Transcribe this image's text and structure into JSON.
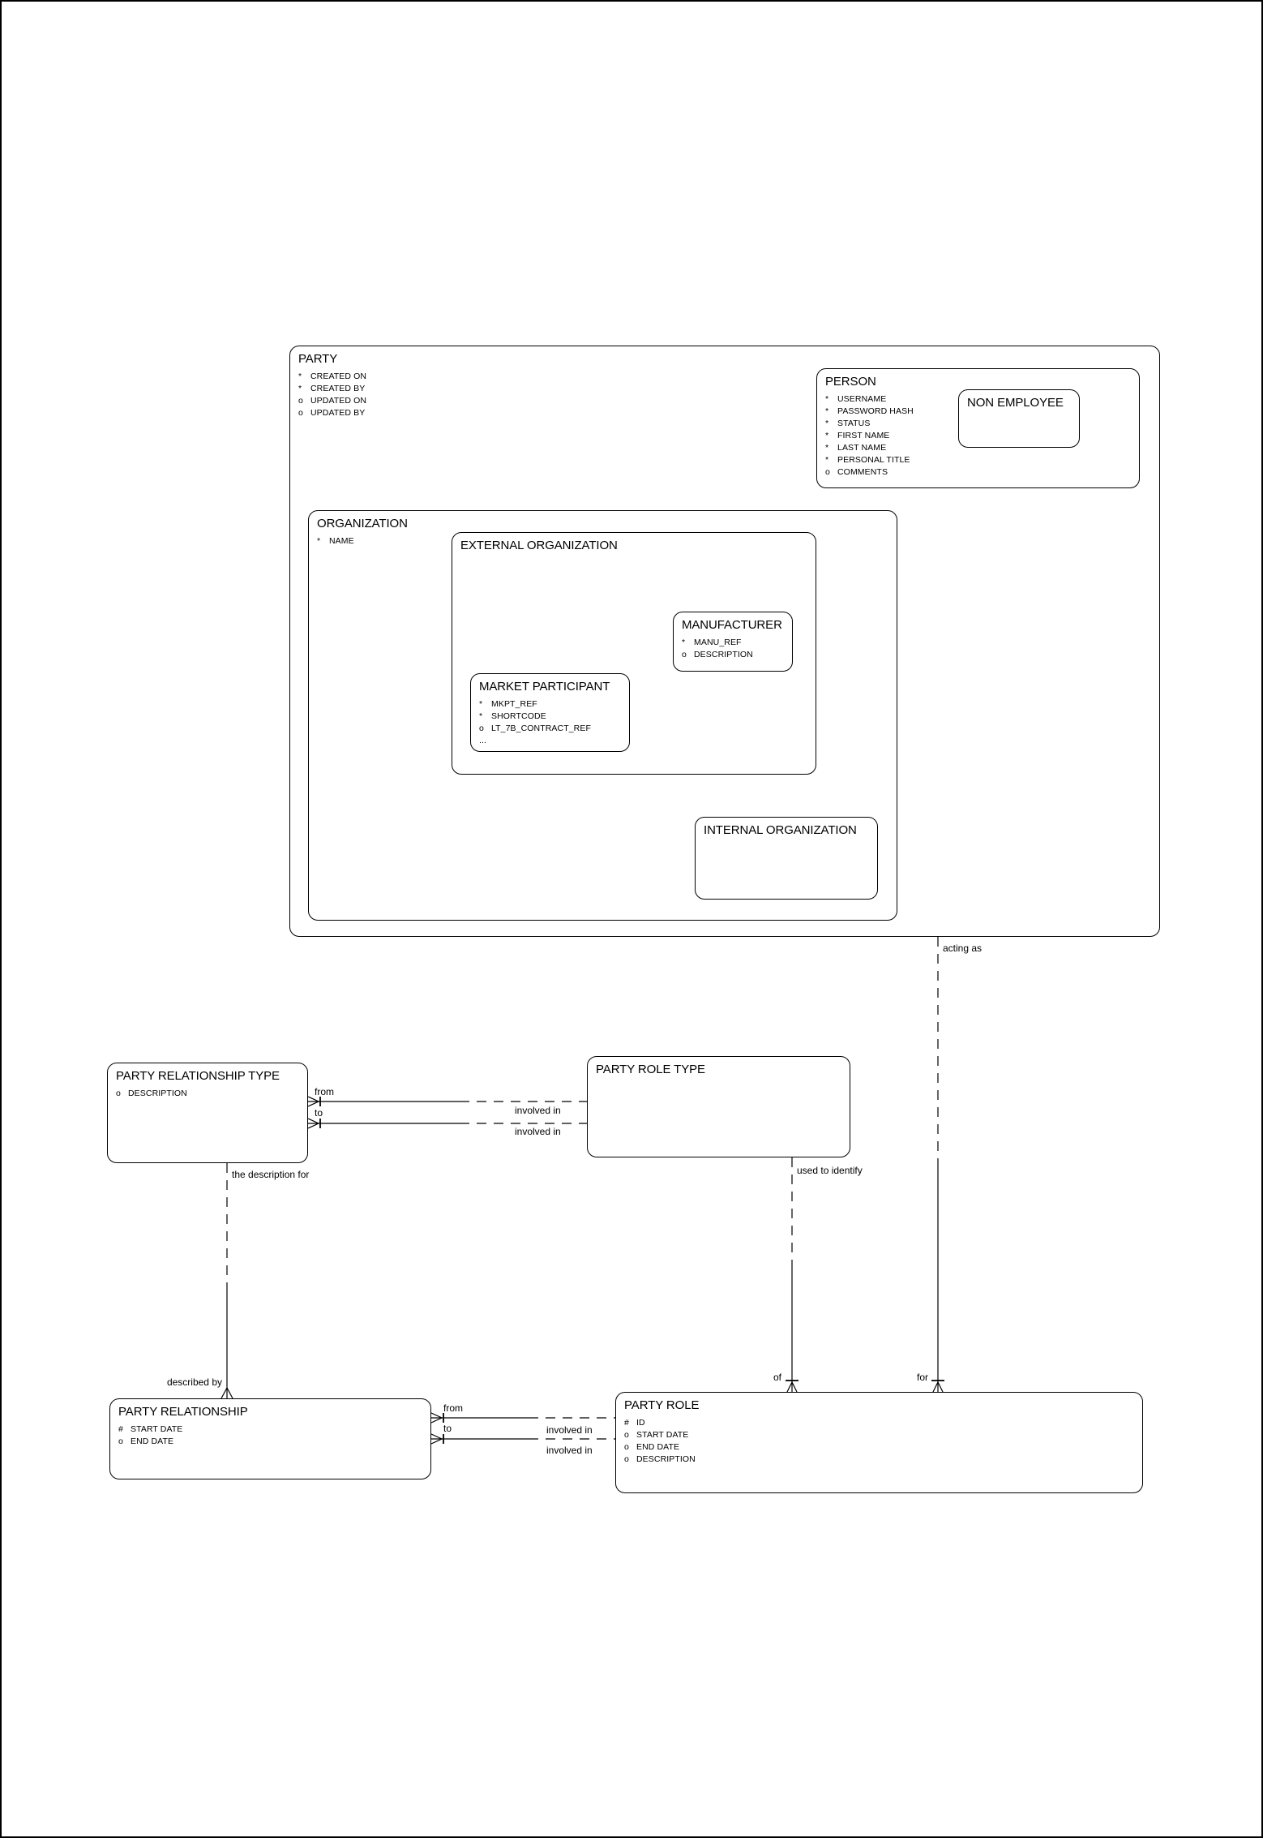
{
  "entities": {
    "party": {
      "title": "PARTY",
      "attributes": [
        {
          "p": "*",
          "n": "CREATED ON"
        },
        {
          "p": "*",
          "n": "CREATED BY"
        },
        {
          "p": "o",
          "n": "UPDATED ON"
        },
        {
          "p": "o",
          "n": "UPDATED BY"
        }
      ]
    },
    "person": {
      "title": "PERSON",
      "attributes": [
        {
          "p": "*",
          "n": "USERNAME"
        },
        {
          "p": "*",
          "n": "PASSWORD HASH"
        },
        {
          "p": "*",
          "n": "STATUS"
        },
        {
          "p": "*",
          "n": "FIRST NAME"
        },
        {
          "p": "*",
          "n": "LAST NAME"
        },
        {
          "p": "*",
          "n": "PERSONAL TITLE"
        },
        {
          "p": "o",
          "n": "COMMENTS"
        }
      ]
    },
    "non_employee": {
      "title": "NON EMPLOYEE",
      "attributes": []
    },
    "organization": {
      "title": "ORGANIZATION",
      "attributes": [
        {
          "p": "*",
          "n": "NAME"
        }
      ]
    },
    "external_organization": {
      "title": "EXTERNAL ORGANIZATION",
      "attributes": []
    },
    "manufacturer": {
      "title": "MANUFACTURER",
      "attributes": [
        {
          "p": "*",
          "n": "MANU_REF"
        },
        {
          "p": "o",
          "n": "DESCRIPTION"
        }
      ]
    },
    "market_participant": {
      "title": "MARKET PARTICIPANT",
      "attributes": [
        {
          "p": "*",
          "n": "MKPT_REF"
        },
        {
          "p": "*",
          "n": "SHORTCODE"
        },
        {
          "p": "o",
          "n": "LT_7B_CONTRACT_REF"
        },
        {
          "p": "...",
          "n": ""
        }
      ]
    },
    "internal_organization": {
      "title": "INTERNAL ORGANIZATION",
      "attributes": []
    },
    "party_relationship_type": {
      "title": "PARTY RELATIONSHIP TYPE",
      "attributes": [
        {
          "p": "o",
          "n": "DESCRIPTION"
        }
      ]
    },
    "party_role_type": {
      "title": "PARTY ROLE TYPE",
      "attributes": []
    },
    "party_relationship": {
      "title": "PARTY RELATIONSHIP",
      "attributes": [
        {
          "p": "#",
          "n": "START DATE"
        },
        {
          "p": "o",
          "n": "END DATE"
        }
      ]
    },
    "party_role": {
      "title": "PARTY ROLE",
      "attributes": [
        {
          "p": "#",
          "n": "ID"
        },
        {
          "p": "o",
          "n": "START DATE"
        },
        {
          "p": "o",
          "n": "END DATE"
        },
        {
          "p": "o",
          "n": "DESCRIPTION"
        }
      ]
    }
  },
  "labels": {
    "from1": "from",
    "to1": "to",
    "involved_in_1a": "involved in",
    "involved_in_1b": "involved in",
    "the_description_for": "the description for",
    "described_by": "described by",
    "from2": "from",
    "to2": "to",
    "involved_in_2a": "involved in",
    "involved_in_2b": "involved in",
    "used_to_identify": "used to identify",
    "of": "of",
    "acting_as": "acting as",
    "for": "for"
  }
}
